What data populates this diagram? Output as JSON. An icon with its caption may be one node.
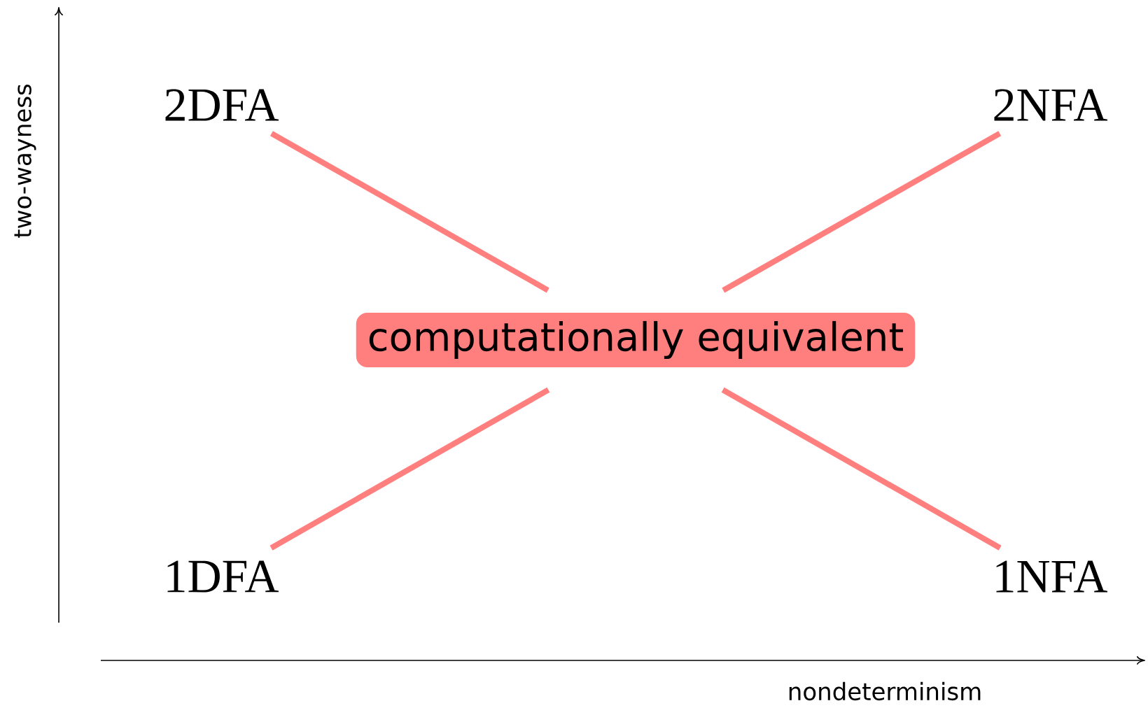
{
  "diagram": {
    "nodes": [
      {
        "text": [
          "2DFA"
        ]
      },
      {
        "text": [
          "2NFA"
        ]
      },
      {
        "text": [
          "computationally equivalent"
        ]
      },
      {
        "text": [
          "1DFA"
        ]
      },
      {
        "text": [
          "1NFA"
        ]
      }
    ],
    "edges": [
      {
        "from": 0,
        "to": 2,
        "arrow": "none"
      },
      {
        "from": 1,
        "to": 2,
        "arrow": "none"
      },
      {
        "from": 3,
        "to": 2,
        "arrow": "none"
      },
      {
        "from": 4,
        "to": 2,
        "arrow": "none"
      }
    ],
    "labels": [
      "two-wayness",
      "nondeterminism"
    ]
  }
}
